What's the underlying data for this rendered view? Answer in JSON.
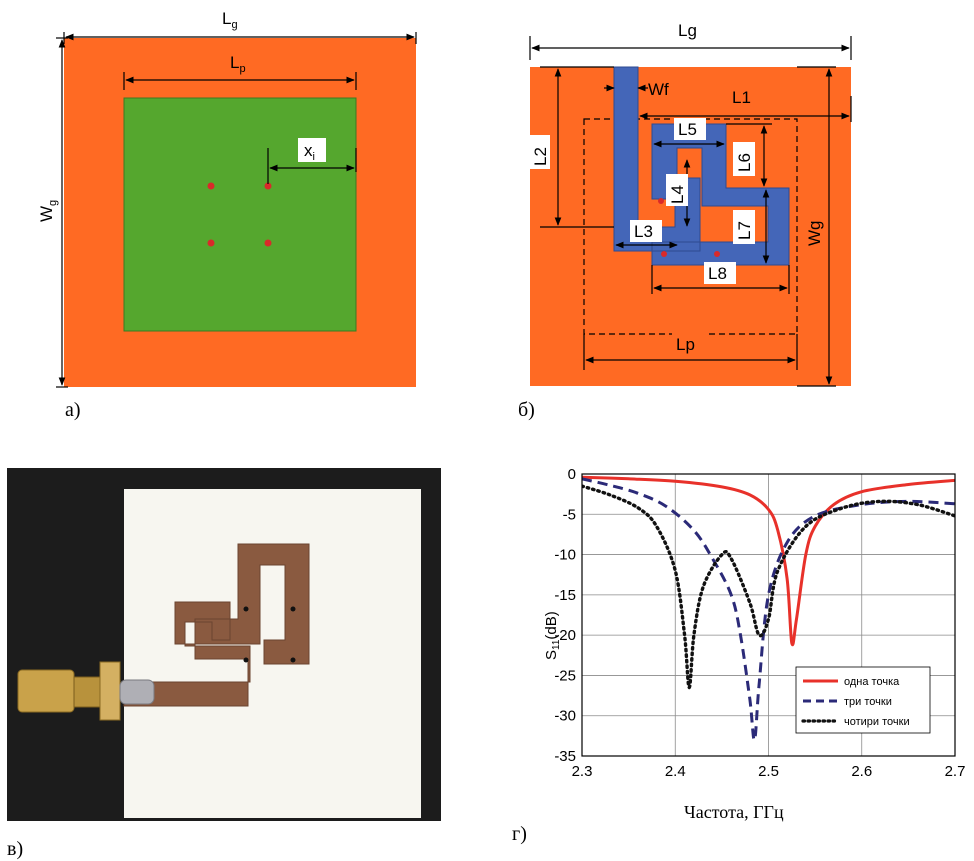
{
  "colors": {
    "ground": "#FF6A23",
    "patch": "#55A72E",
    "strip": "#4466B8",
    "dot": "#D92A2A",
    "board": "#F7F6F0",
    "copper": "#8A5A40",
    "bg_photo": "#1C1C1C"
  },
  "panel_a": {
    "label": "а)",
    "lg": {
      "main": "L",
      "sub": "g"
    },
    "lp": {
      "main": "L",
      "sub": "p"
    },
    "wg": {
      "main": "W",
      "sub": "g"
    },
    "x": {
      "main": "x",
      "sub": "i"
    }
  },
  "panel_b": {
    "label": "б)",
    "labels": {
      "lg": "Lg",
      "wf": "Wf",
      "l1": "L1",
      "l2": "L2",
      "l3": "L3",
      "l4": "L4",
      "l5": "L5",
      "l6": "L6",
      "l7": "L7",
      "l8": "L8",
      "wg": "Wg",
      "lp": "Lp"
    }
  },
  "panel_v": {
    "label": "в)"
  },
  "panel_g": {
    "label": "г)"
  },
  "chart_data": {
    "type": "line",
    "xlabel": "Частота, ГГц",
    "ylabel": {
      "main": "S",
      "sub": "11",
      "tail": "(dB)"
    },
    "xlim": [
      2.3,
      2.7
    ],
    "ylim": [
      -35,
      0
    ],
    "xticks": [
      "2.3",
      "2.4",
      "2.5",
      "2.6",
      "2.7"
    ],
    "yticks": [
      "0",
      "-5",
      "-10",
      "-15",
      "-20",
      "-25",
      "-30",
      "-35"
    ],
    "grid": true,
    "legend_position": "bottom-right",
    "series": [
      {
        "name": "одна точка",
        "style": "solid",
        "color": "#E8312A",
        "x": [
          2.3,
          2.35,
          2.4,
          2.45,
          2.48,
          2.5,
          2.51,
          2.52,
          2.525,
          2.53,
          2.54,
          2.55,
          2.57,
          2.6,
          2.65,
          2.7
        ],
        "y": [
          -0.4,
          -0.6,
          -0.9,
          -1.6,
          -2.6,
          -4.4,
          -7,
          -13,
          -21,
          -18,
          -10,
          -6.5,
          -3.8,
          -2.2,
          -1.3,
          -0.8
        ]
      },
      {
        "name": "три точки",
        "style": "dashed",
        "color": "#2B2A78",
        "x": [
          2.3,
          2.33,
          2.36,
          2.39,
          2.42,
          2.44,
          2.46,
          2.47,
          2.48,
          2.485,
          2.49,
          2.5,
          2.52,
          2.55,
          2.6,
          2.65,
          2.7
        ],
        "y": [
          -0.6,
          -1.4,
          -2.4,
          -4,
          -7,
          -10.5,
          -15,
          -20,
          -28,
          -33,
          -26,
          -15,
          -8.5,
          -5.2,
          -3.8,
          -3.4,
          -3.7
        ]
      },
      {
        "name": "чотири точки",
        "style": "dotted",
        "color": "#111111",
        "x": [
          2.3,
          2.33,
          2.36,
          2.38,
          2.4,
          2.41,
          2.415,
          2.42,
          2.43,
          2.45,
          2.46,
          2.48,
          2.49,
          2.5,
          2.51,
          2.54,
          2.58,
          2.62,
          2.66,
          2.7
        ],
        "y": [
          -1.5,
          -2.6,
          -4.2,
          -6.5,
          -12,
          -20,
          -26.5,
          -20,
          -14,
          -10,
          -10.5,
          -16,
          -20,
          -18,
          -12,
          -6.5,
          -4.2,
          -3.4,
          -3.8,
          -5.2
        ]
      }
    ]
  }
}
